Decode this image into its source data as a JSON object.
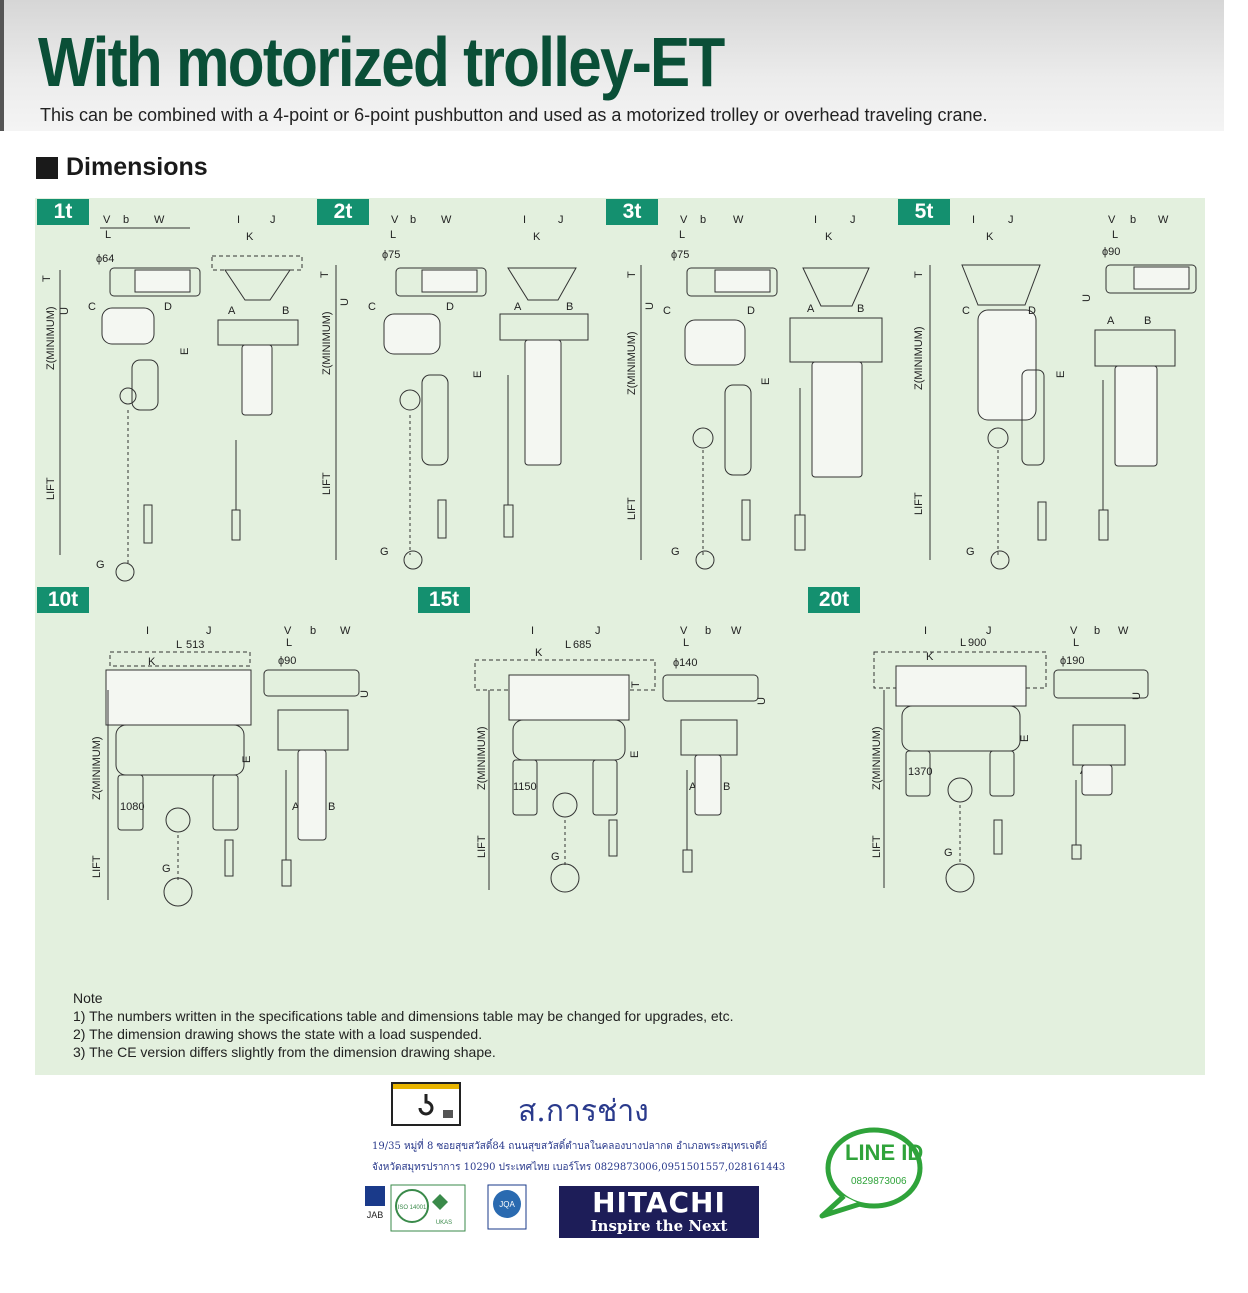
{
  "header": {
    "title": "With motorized trolley-ET",
    "subtitle": "This can be combined with a 4-point or 6-point pushbutton and used as a motorized trolley or overhead traveling crane."
  },
  "section": {
    "title": "Dimensions"
  },
  "models": [
    {
      "tag": "1t"
    },
    {
      "tag": "2t"
    },
    {
      "tag": "3t"
    },
    {
      "tag": "5t"
    },
    {
      "tag": "10t",
      "span_label": "513",
      "hook_label": "1080"
    },
    {
      "tag": "15t",
      "span_label": "685",
      "hook_label": "1150"
    },
    {
      "tag": "20t",
      "span_label": "900",
      "hook_label": "1370"
    }
  ],
  "labels": {
    "v": "V",
    "b": "b",
    "w": "W",
    "l": "L",
    "i": "I",
    "j": "J",
    "k": "K",
    "t": "T",
    "u": "U",
    "c": "C",
    "d": "D",
    "a": "A",
    "bb": "B",
    "e": "E",
    "g": "G",
    "zmin": "Z(MINIMUM)",
    "lift": "LIFT",
    "phi64": "ϕ64",
    "phi75": "ϕ75",
    "phi90": "ϕ90",
    "phi140": "ϕ140",
    "phi190": "ϕ190"
  },
  "notes": {
    "heading": "Note",
    "items": [
      "1) The numbers written in the specifications table and dimensions table may be changed for upgrades, etc.",
      "2) The dimension drawing shows the state with a load suspended.",
      "3) The CE version differs slightly from the dimension drawing shape."
    ]
  },
  "footer": {
    "company": "ส.การช่าง",
    "address_line1": "19/35 หมู่ที่ 8 ซอยสุขสวัสดิ์84 ถนนสุขสวัสดิ์ตำบลในคลองบางปลากด อำเภอพระสมุทรเจดีย์",
    "address_line2": "จังหวัดสมุทรปราการ 10290 ประเทศไทย    เบอร์โทร 0829873006,0951501557,028161443",
    "cert_jab": "JAB",
    "cert_iso": "ISO 14001",
    "cert_ukas": "UKAS",
    "cert_jqa": "JQA",
    "brand": "HITACHI",
    "brand_tagline": "Inspire the Next",
    "line_id_label": "LINE ID",
    "line_id_number": "0829873006"
  },
  "colors": {
    "title_green": "#0a4f37",
    "tag_teal": "#14906f",
    "panel_bg": "#e3f0de",
    "brand_navy": "#1d1d58",
    "line_green": "#2fa33a"
  }
}
